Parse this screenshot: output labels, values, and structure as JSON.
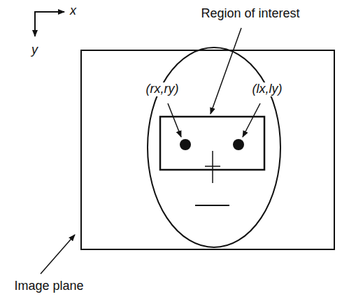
{
  "diagram": {
    "labels": [
      "x",
      "y",
      "Region of interest",
      "(rx,ry)",
      "(lx,ly)",
      "Image plane"
    ]
  }
}
